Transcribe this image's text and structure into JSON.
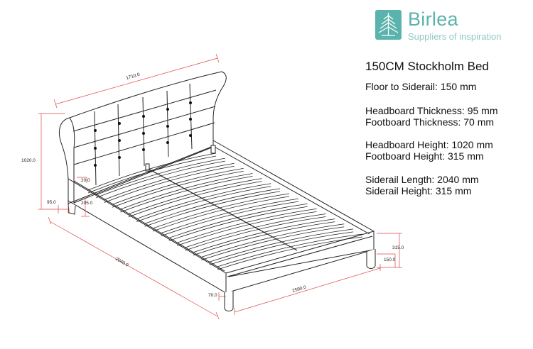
{
  "brand": {
    "name": "Birlea",
    "tagline": "Suppliers of inspiration",
    "logo_icon": "tree-icon",
    "color": "#5bb3ad"
  },
  "spec": {
    "title": "150CM Stockholm Bed",
    "groups": [
      [
        "Floor to Siderail: 150 mm"
      ],
      [
        "Headboard Thickness: 95 mm",
        "Footboard Thickness: 70 mm"
      ],
      [
        "Headboard Height: 1020 mm",
        "Footboard Height: 315 mm"
      ],
      [
        "Siderail Length: 2040 mm",
        "Siderail Height: 315 mm"
      ]
    ]
  },
  "dimensions": {
    "headboard_width": "1710.0",
    "headboard_height": "1020.0",
    "headboard_thickness": "95.0",
    "leg_height_left": "205.0",
    "slat_gap": "20.0",
    "siderail_length": "2040.0",
    "footboard_thickness": "70.0",
    "overall_width": "2590.0",
    "footboard_height": "315.0",
    "floor_clearance": "150.0"
  },
  "colors": {
    "line": "#222222",
    "dimension": "#e04848"
  }
}
